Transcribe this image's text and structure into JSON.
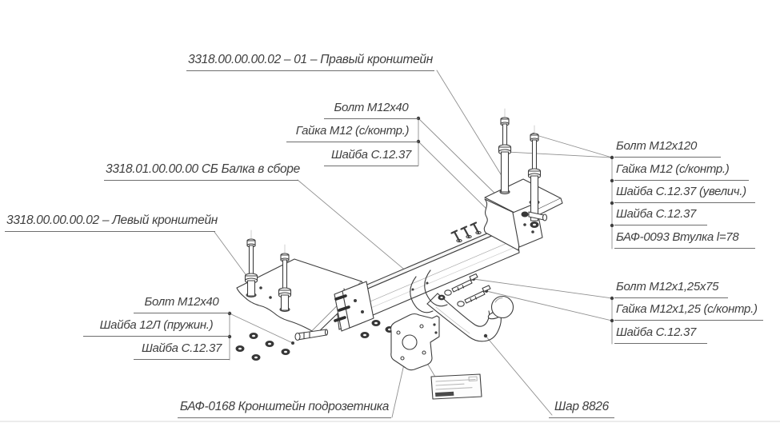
{
  "diagram": {
    "labels": {
      "right_bracket": "3318.00.00.00.02 – 01 – Правый кронштейн",
      "beam_assembly": "3318.01.00.00.00 СБ Балка в сборе",
      "left_bracket": "3318.00.00.00.02 – Левый кронштейн",
      "socket_bracket": "БАФ-0168 Кронштейн подрозетника",
      "ball": "Шар 8826"
    },
    "callout_groups": {
      "top_center": [
        "Болт М12х40",
        "Гайка М12 (с/контр.)",
        "Шайба С.12.37"
      ],
      "left": [
        "Болт М12х40",
        "Шайба 12Л (пружин.)",
        "Шайба С.12.37"
      ],
      "right_upper": [
        "Болт М12х120",
        "Гайка М12 (с/контр.)",
        "Шайба С.12.37 (увелич.)",
        "Шайба С.12.37",
        "БАФ-0093 Втулка l=78"
      ],
      "right_lower": [
        "Болт М12х1,25х75",
        "Гайка М12х1,25 (с/контр.)",
        "Шайба С.12.37"
      ]
    },
    "colors": {
      "line": "#3e3e3e",
      "leader": "#8f8f8f",
      "text": "#3f3f3f",
      "background": "#ffffff"
    }
  }
}
